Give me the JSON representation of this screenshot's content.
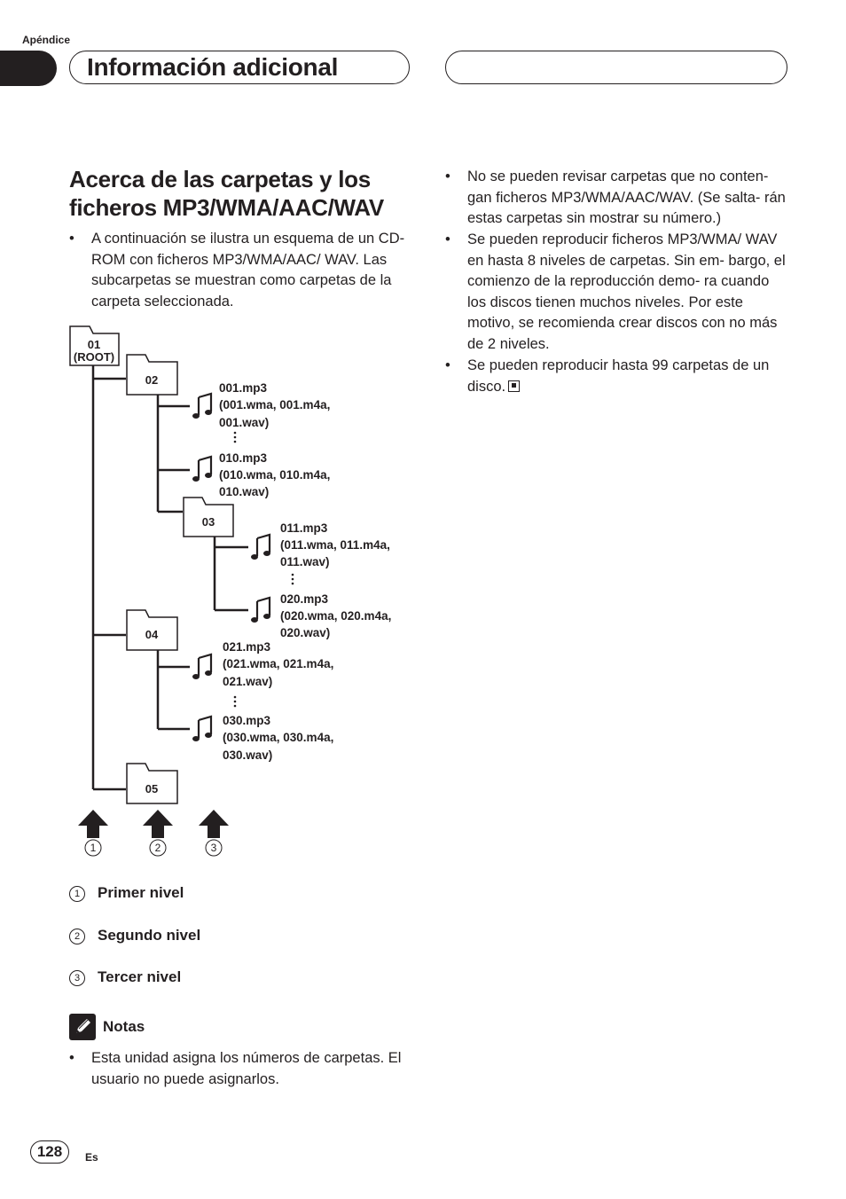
{
  "header": {
    "chapter": "Apéndice",
    "section_title": "Información adicional"
  },
  "main": {
    "heading_line1": "Acerca de las carpetas y los",
    "heading_line2": "ficheros MP3/WMA/AAC/WAV",
    "left_bullets": [
      "A continuación se ilustra un esquema de un CD-ROM con ficheros MP3/WMA/AAC/ WAV. Las subcarpetas se muestran como carpetas de la carpeta seleccionada."
    ],
    "right_bullets": [
      "No se pueden revisar carpetas que no conten- gan ficheros MP3/WMA/AAC/WAV. (Se salta- rán estas carpetas sin mostrar su número.)",
      "Se pueden reproducir ficheros MP3/WMA/ WAV en hasta 8 niveles de carpetas. Sin em- bargo, el comienzo de la reproducción demo- ra cuando los discos tienen muchos niveles. Por este motivo, se recomienda crear discos con no más de 2 niveles.",
      "Se pueden reproducir hasta 99 carpetas de un disco."
    ],
    "bullet_symbol": "•"
  },
  "diagram": {
    "folders": [
      "01",
      "(ROOT)",
      "02",
      "03",
      "04",
      "05"
    ],
    "files": [
      [
        "001.mp3",
        "(001.wma, 001.m4a,",
        "001.wav)"
      ],
      [
        "010.mp3",
        "(010.wma, 010.m4a,",
        "010.wav)"
      ],
      [
        "011.mp3",
        "(011.wma, 011.m4a,",
        "011.wav)"
      ],
      [
        "020.mp3",
        "(020.wma, 020.m4a,",
        "020.wav)"
      ],
      [
        "021.mp3",
        "(021.wma, 021.m4a,",
        "021.wav)"
      ],
      [
        "030.mp3",
        "(030.wma, 030.m4a,",
        "030.wav)"
      ]
    ],
    "level_markers": [
      "1",
      "2",
      "3"
    ]
  },
  "legend": {
    "items": [
      {
        "num": "1",
        "label": "Primer nivel"
      },
      {
        "num": "2",
        "label": "Segundo nivel"
      },
      {
        "num": "3",
        "label": "Tercer nivel"
      }
    ]
  },
  "notes": {
    "title": "Notas",
    "bullets": [
      "Esta unidad asigna los números de carpetas. El usuario no puede asignarlos."
    ]
  },
  "footer": {
    "page_number": "128",
    "language": "Es"
  }
}
